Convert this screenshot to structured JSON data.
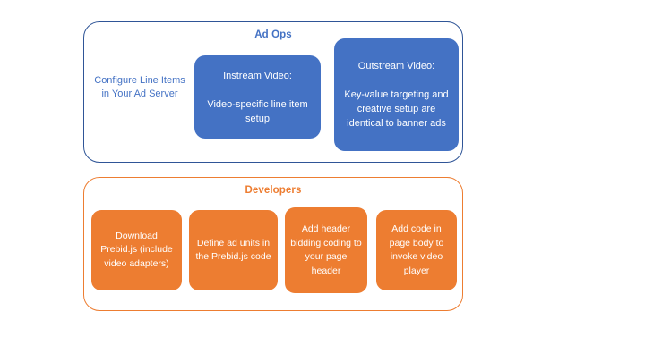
{
  "diagram": {
    "background_color": "#FFFFFF",
    "lanes": [
      {
        "id": "ad-ops",
        "title": "Ad Ops",
        "accent_color": "#4472C4",
        "border_color": "#2F5597",
        "text_nodes": [
          {
            "id": "configure-line-items",
            "text": "Configure Line Items in Your Ad Server",
            "color": "#4472C4"
          }
        ],
        "boxes": [
          {
            "id": "instream-video",
            "text": "Instream Video:\n\nVideo-specific line item setup",
            "fill": "#4472C4",
            "text_color": "#FFFFFF"
          },
          {
            "id": "outstream-video",
            "text": "Outstream Video:\n\nKey-value targeting and creative setup are identical to banner ads",
            "fill": "#4472C4",
            "text_color": "#FFFFFF"
          }
        ]
      },
      {
        "id": "developers",
        "title": "Developers",
        "accent_color": "#ED7D31",
        "border_color": "#ED7D31",
        "text_nodes": [],
        "boxes": [
          {
            "id": "download-prebid",
            "text": "Download Prebid.js (include video adapters)",
            "fill": "#ED7D31",
            "text_color": "#FFFFFF"
          },
          {
            "id": "define-ad-units",
            "text": "Define ad units in the Prebid.js code",
            "fill": "#ED7D31",
            "text_color": "#FFFFFF"
          },
          {
            "id": "add-header-bidding-code",
            "text": "Add header bidding coding to your page header",
            "fill": "#ED7D31",
            "text_color": "#FFFFFF"
          },
          {
            "id": "add-page-body-code",
            "text": "Add code in page body to invoke video player",
            "fill": "#ED7D31",
            "text_color": "#FFFFFF"
          }
        ]
      }
    ]
  }
}
